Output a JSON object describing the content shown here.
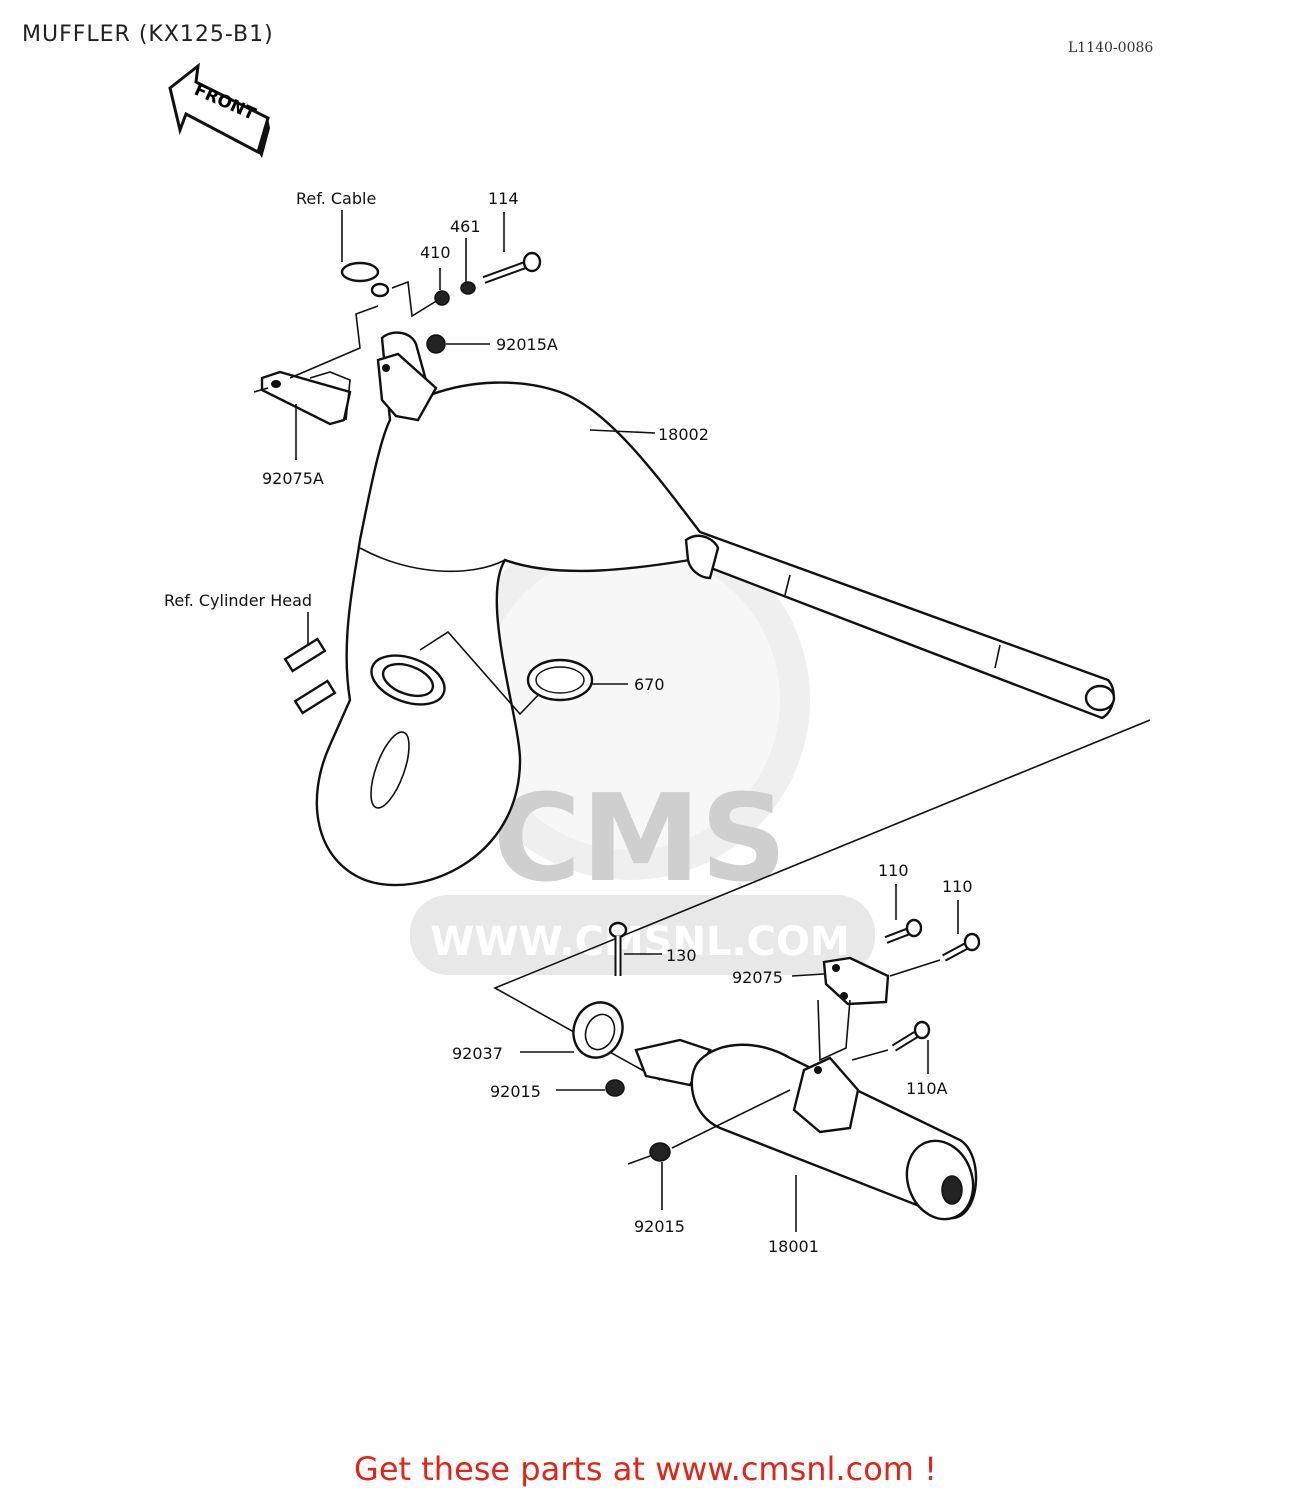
{
  "title": "MUFFLER (KX125-B1)",
  "drawing_code": "L1140-0086",
  "front_arrow_text": "FRONT",
  "footer": "Get these parts at www.cmsnl.com !",
  "watermark": {
    "brand": "CMS",
    "url": "WWW.CMSNL.COM"
  },
  "labels": {
    "ref_cable": "Ref. Cable",
    "ref_cylinder_head": "Ref. Cylinder Head",
    "p114": "114",
    "p461": "461",
    "p410": "410",
    "p92015A": "92015A",
    "p18002": "18002",
    "p92075A": "92075A",
    "p670": "670",
    "p130": "130",
    "p110a": "110",
    "p110b": "110",
    "p92075": "92075",
    "p92037": "92037",
    "p92015_mid": "92015",
    "p110A": "110A",
    "p92015_low": "92015",
    "p18001": "18001"
  }
}
